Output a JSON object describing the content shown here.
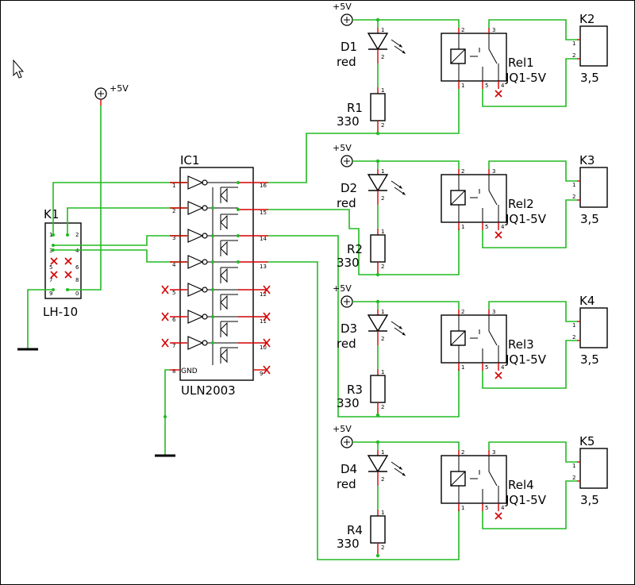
{
  "schematic": {
    "supply_label": "+5V",
    "connector": {
      "name": "K1",
      "type": "LH-10",
      "pins": [
        "1",
        "2",
        "3",
        "4",
        "5",
        "6",
        "7",
        "8",
        "9",
        "0"
      ]
    },
    "ic": {
      "name": "IC1",
      "type": "ULN2003",
      "gnd_label": "GND",
      "left_pins": [
        "1",
        "2",
        "3",
        "4",
        "5",
        "6",
        "7",
        "8"
      ],
      "right_pins": [
        "16",
        "15",
        "14",
        "13",
        "12",
        "11",
        "10",
        "9"
      ]
    },
    "channels": [
      {
        "supply": "+5V",
        "led": "D1",
        "led_color": "red",
        "resistor": "R1",
        "resistor_value": "330",
        "relay": "Rel1",
        "relay_type": "JQ1-5V",
        "terminal": "K2",
        "terminal_value": "3,5"
      },
      {
        "supply": "+5V",
        "led": "D2",
        "led_color": "red",
        "resistor": "R2",
        "resistor_value": "330",
        "relay": "Rel2",
        "relay_type": "JQ1-5V",
        "terminal": "K3",
        "terminal_value": "3,5"
      },
      {
        "supply": "+5V",
        "led": "D3",
        "led_color": "red",
        "resistor": "R3",
        "resistor_value": "330",
        "relay": "Rel3",
        "relay_type": "JQ1-5V",
        "terminal": "K4",
        "terminal_value": "3,5"
      },
      {
        "supply": "+5V",
        "led": "D4",
        "led_color": "red",
        "resistor": "R4",
        "resistor_value": "330",
        "relay": "Rel4",
        "relay_type": "JQ1-5V",
        "terminal": "K5",
        "terminal_value": "3,5"
      }
    ],
    "colors": {
      "wire": "#22bb22",
      "pin": "#d40000",
      "body": "#000000"
    }
  }
}
